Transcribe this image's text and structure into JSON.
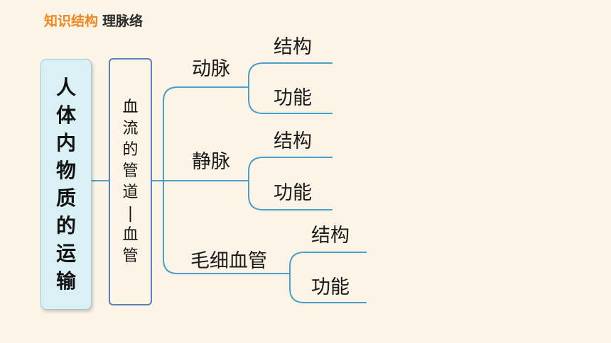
{
  "header": {
    "title": "知识结构",
    "subtitle": "理脉络"
  },
  "root": {
    "chars": [
      "人",
      "体",
      "内",
      "物",
      "质",
      "的",
      "运",
      "输"
    ]
  },
  "sub": {
    "chars": [
      "血",
      "流",
      "的",
      "管",
      "道",
      "|",
      "血",
      "管"
    ]
  },
  "branches": [
    {
      "label": "动脉",
      "children": [
        "结构",
        "功能"
      ]
    },
    {
      "label": "静脉",
      "children": [
        "结构",
        "功能"
      ]
    },
    {
      "label": "毛细血管",
      "children": [
        "结构",
        "功能"
      ]
    }
  ],
  "colors": {
    "accent": "#f0861f",
    "line": "#4a9ec9",
    "box_border": "#5b80b5",
    "root_fill": "#d9f1f4"
  }
}
